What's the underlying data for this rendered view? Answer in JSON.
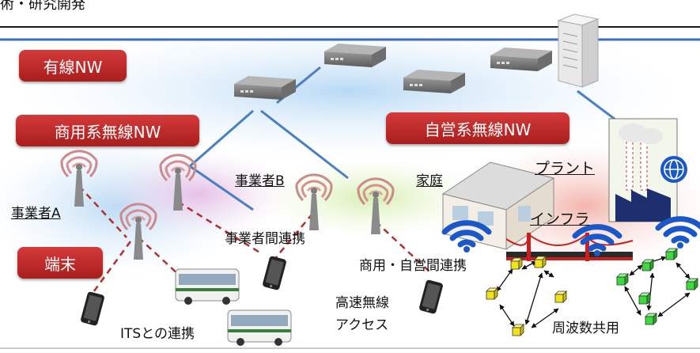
{
  "header": {
    "title": "術・研究開発"
  },
  "labels": {
    "wired_nw": "有線NW",
    "commercial_wireless_nw": "商用系無線NW",
    "private_wireless_nw": "自営系無線NW",
    "terminal": "端末",
    "operator_a": "事業者A",
    "operator_b": "事業者B",
    "inter_operator": "事業者間連携",
    "home": "家庭",
    "plant": "プラント",
    "infra": "インフラ",
    "commercial_private": "商用・自営間連携",
    "high_speed_1": "高速無線",
    "high_speed_2": "アクセス",
    "its": "ITSとの連携",
    "freq_share": "周波数共用"
  },
  "colors": {
    "accent_red": "#b52424",
    "link_blue": "#4a7fc1",
    "dash_red": "#b03030",
    "wifi_blue": "#1a57c8",
    "node_yellow": "#f2e21e",
    "node_green": "#3fd83f"
  },
  "icons": [
    "router-icon",
    "server-icon",
    "antenna-icon",
    "phone-icon",
    "bus-icon",
    "house-icon",
    "factory-icon",
    "globe-icon",
    "bridge-icon",
    "wifi-icon",
    "node-cube-icon"
  ]
}
